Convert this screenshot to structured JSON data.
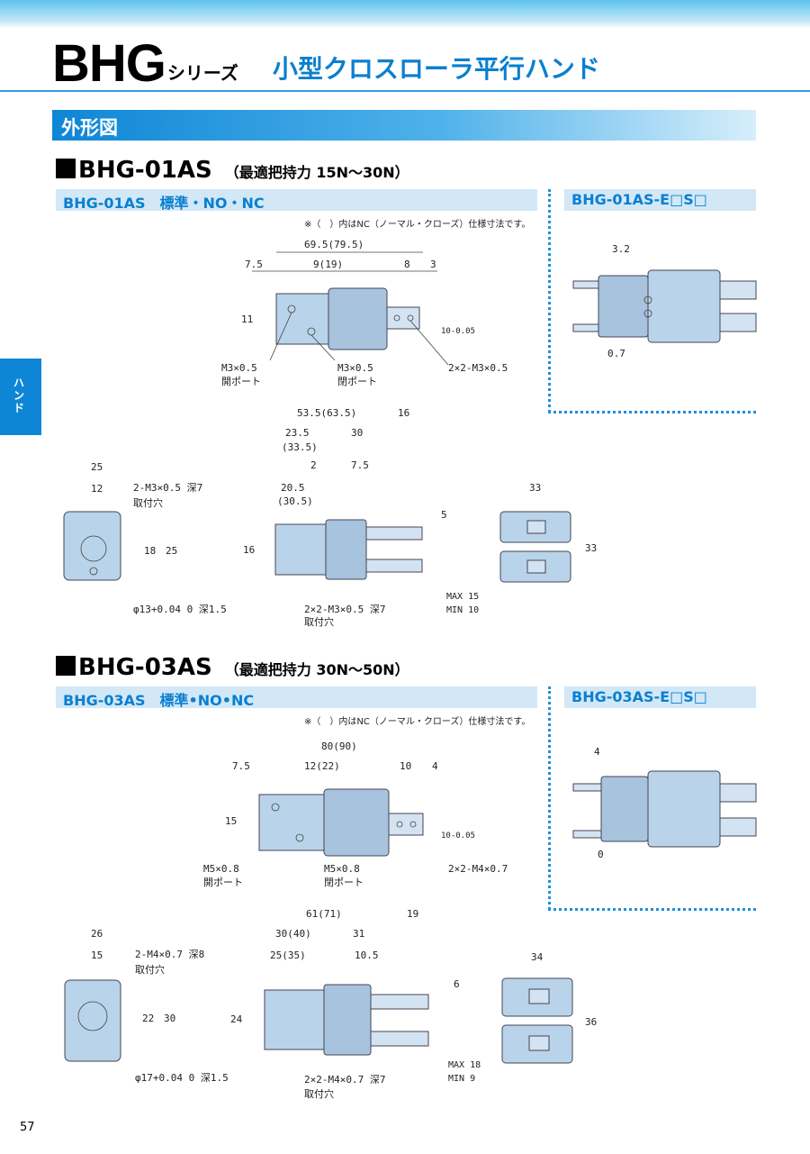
{
  "header": {
    "series_code": "BHG",
    "series_suffix": "シリーズ",
    "series_title": "小型クロスローラ平行ハンド"
  },
  "section": {
    "title": "外形図"
  },
  "side_tab": {
    "label": "ハンド"
  },
  "page_number": "57",
  "models": [
    {
      "heading": "BHG-01AS",
      "force": "（最適把持力 15N〜30N）",
      "std_label": "BHG-01AS　標準・NO・NC",
      "opt_label": "BHG-01AS-E□S□",
      "note": "※（　）内はNC（ノーマル・クローズ）仕様寸法です。",
      "dims": {
        "top_overall": "69.5(79.5)",
        "top_a": "7.5",
        "top_b": "9(19)",
        "top_c": "8",
        "top_d": "3",
        "top_h": "11",
        "top_tol": "10-0.05",
        "port_open": "M3×0.5",
        "port_open_label": "開ポート",
        "port_close": "M3×0.5",
        "port_close_label": "閉ポート",
        "jaw_tap": "2×2-M3×0.5",
        "opt_a": "3.2",
        "opt_b": "0.7",
        "side_overall": "53.5(63.5)",
        "side_a": "16",
        "side_b": "23.5",
        "side_b2": "(33.5)",
        "side_c": "30",
        "side_d": "2",
        "side_e": "7.5",
        "side_f": "20.5",
        "side_f2": "(30.5)",
        "side_h": "16",
        "side_g": "5",
        "side_max": "MAX 15",
        "side_min": "MIN 10",
        "side_tap": "2×2-M3×0.5 深7",
        "side_tap_label": "取付穴",
        "left_w": "25",
        "left_a": "12",
        "left_tap": "2-M3×0.5 深7",
        "left_tap_label": "取付穴",
        "left_h1": "18",
        "left_h2": "25",
        "left_bore": "φ13+0.04 0 深1.5",
        "right_w": "33",
        "right_h": "33"
      }
    },
    {
      "heading": "BHG-03AS",
      "force": "（最適把持力 30N〜50N）",
      "std_label": "BHG-03AS　標準•NO•NC",
      "opt_label": "BHG-03AS-E□S□",
      "note": "※（　）内はNC（ノーマル・クローズ）仕様寸法です。",
      "dims": {
        "top_overall": "80(90)",
        "top_a": "7.5",
        "top_b": "12(22)",
        "top_c": "10",
        "top_d": "4",
        "top_h": "15",
        "top_tol": "10-0.05",
        "port_open": "M5×0.8",
        "port_open_label": "開ポート",
        "port_close": "M5×0.8",
        "port_close_label": "閉ポート",
        "jaw_tap": "2×2-M4×0.7",
        "opt_a": "4",
        "opt_b": "0",
        "side_overall": "61(71)",
        "side_a": "19",
        "side_b": "30(40)",
        "side_c": "31",
        "side_d": "25(35)",
        "side_e": "10.5",
        "side_h": "24",
        "side_g": "6",
        "side_max": "MAX 18",
        "side_min": "MIN 9",
        "side_tap": "2×2-M4×0.7 深7",
        "side_tap_label": "取付穴",
        "left_w": "26",
        "left_a": "15",
        "left_tap": "2-M4×0.7 深8",
        "left_tap_label": "取付穴",
        "left_h1": "22",
        "left_h2": "30",
        "left_bore": "φ17+0.04 0 深1.5",
        "right_w": "34",
        "right_h": "36"
      }
    }
  ]
}
